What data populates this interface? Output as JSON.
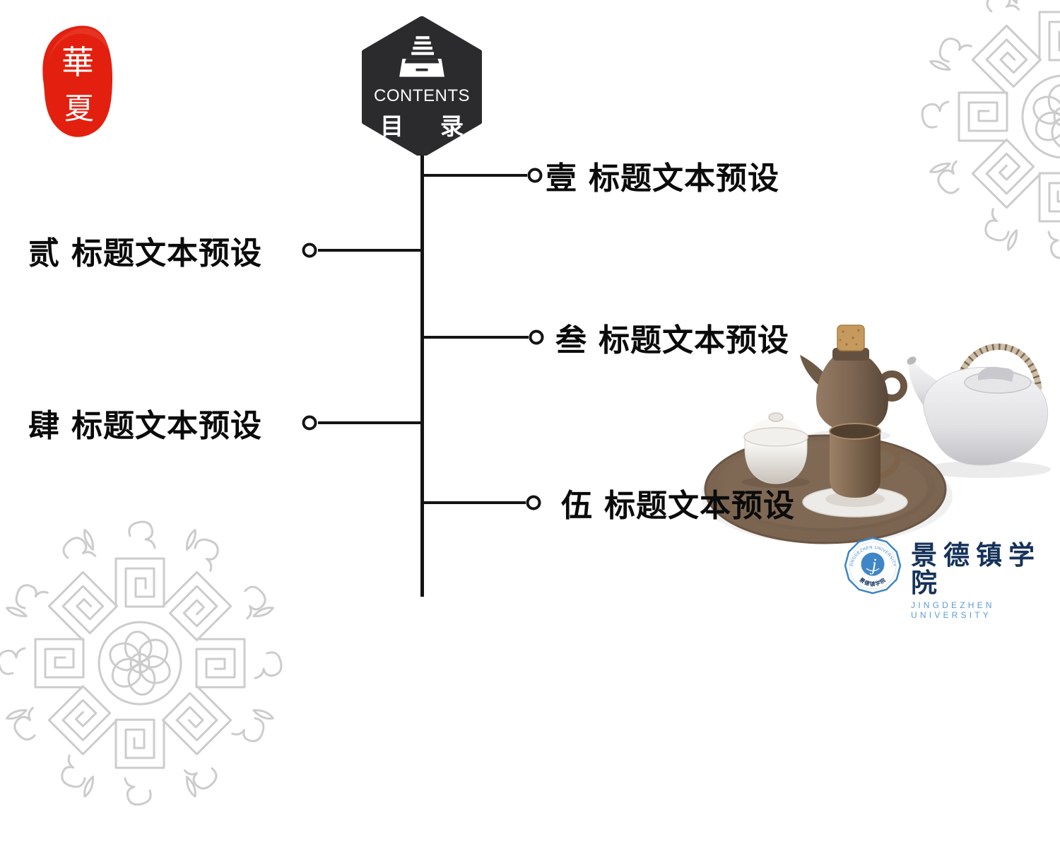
{
  "slide": {
    "background": "#ffffff",
    "line_color": "#141414",
    "text_color": "#0b0b0b"
  },
  "seal": {
    "top_char": "華",
    "bottom_char": "夏",
    "color": "#e3200f"
  },
  "contents_badge": {
    "title_en": "CONTENTS",
    "title_zh_first": "目",
    "title_zh_second": "录",
    "background": "#2b2b2d"
  },
  "toc": {
    "items": [
      {
        "num": "壹",
        "title": "标题文本预设",
        "side": "right"
      },
      {
        "num": "贰",
        "title": "标题文本预设",
        "side": "left"
      },
      {
        "num": "叁",
        "title": "标题文本预设",
        "side": "right"
      },
      {
        "num": "肆",
        "title": "标题文本预设",
        "side": "left"
      },
      {
        "num": "伍",
        "title": "标题文本预设",
        "side": "right"
      }
    ]
  },
  "footer": {
    "university_zh": "景德镇学院",
    "university_en": "JINGDEZHEN UNIVERSITY",
    "navy": "#16325a",
    "light_blue": "#5b9bd5",
    "emblem_blue": "#3f86c6"
  },
  "icons": {
    "badge_icon": "archive-drawer-icon",
    "toc_node": "hollow-circle-node",
    "corner_decor": "chinese-medallion-pattern",
    "seal": "red-seal-stamp",
    "photo": "tea-set-photo",
    "emblem": "jingdezhen-university-emblem"
  },
  "photo_palette": {
    "tray_brown": "#7b6551",
    "pot_brown": "#7a6350",
    "cork_tan": "#c69a5e",
    "porcelain_white": "#ededef"
  }
}
